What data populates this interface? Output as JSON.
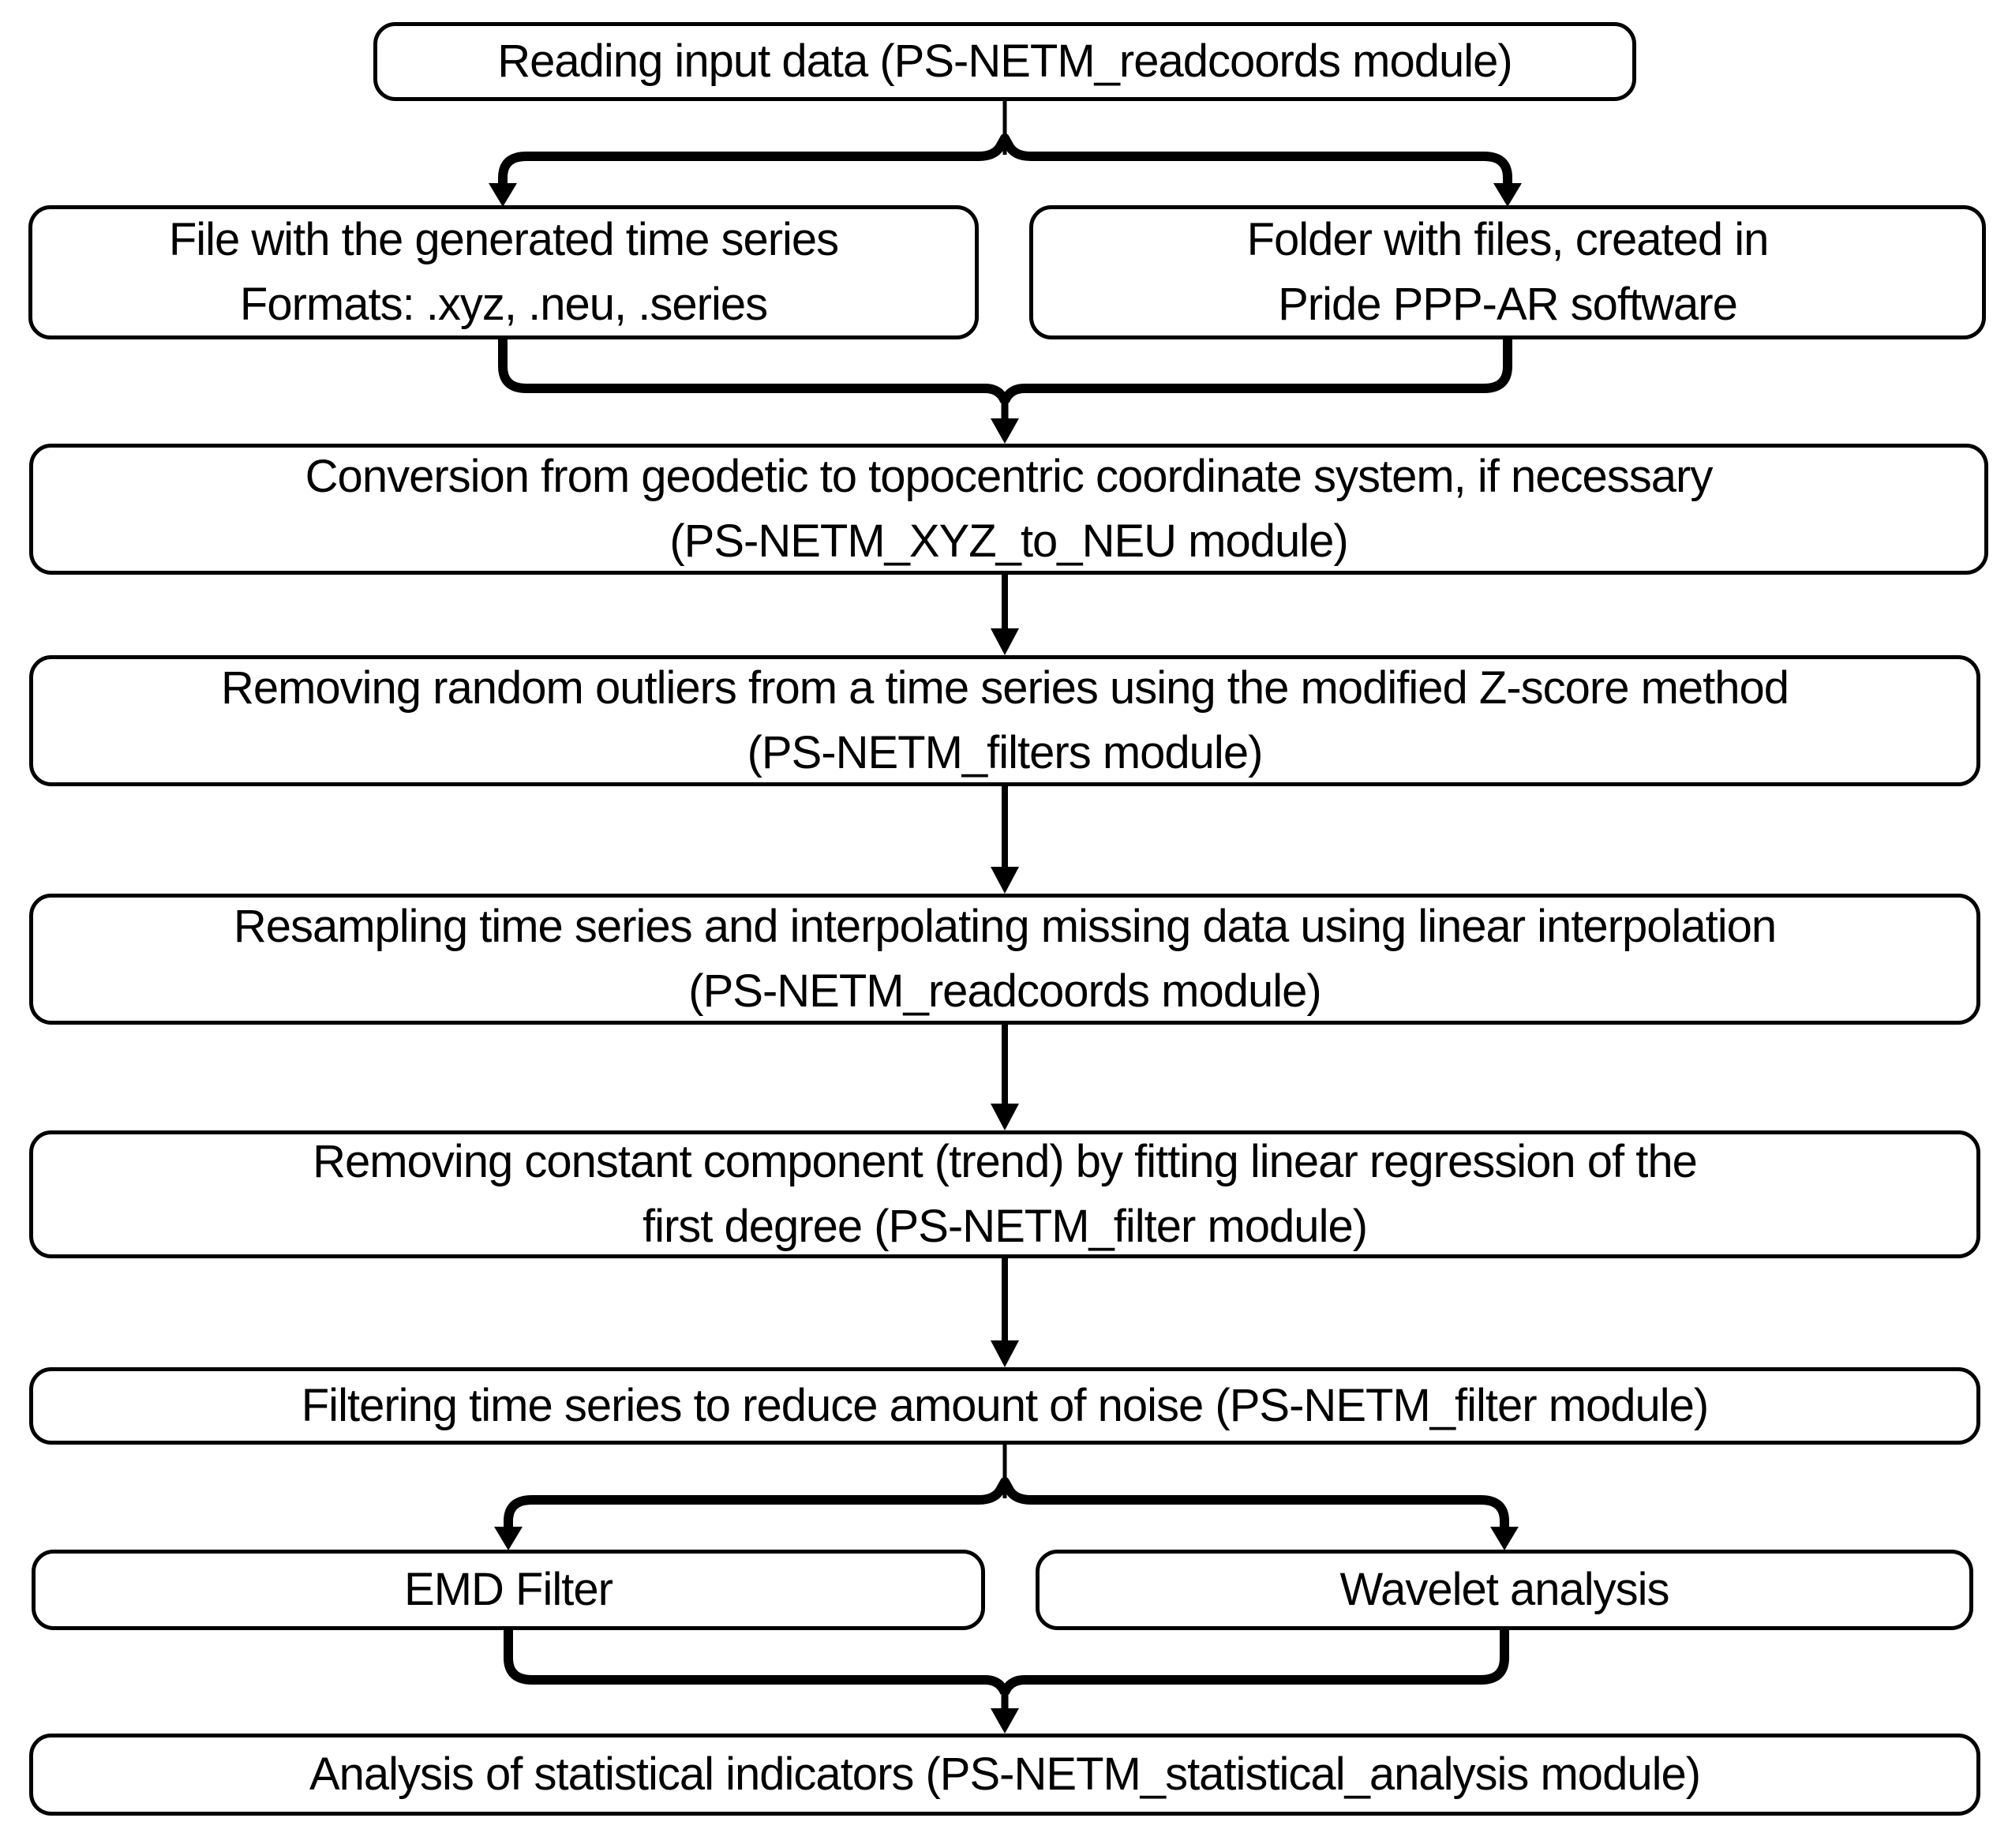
{
  "diagram": {
    "colors": {
      "stroke": "#000000",
      "background": "#ffffff",
      "text": "#000000"
    },
    "nodes": {
      "reading": {
        "line1": "Reading input data (PS-NETM_readcoords module)"
      },
      "file_input": {
        "line1": "File with the generated time series",
        "line2": "Formats: .xyz, .neu, .series"
      },
      "folder_input": {
        "line1": "Folder with files, created in",
        "line2": "Pride PPP-AR software"
      },
      "conversion": {
        "line1": "Conversion from geodetic to topocentric coordinate system, if necessary",
        "line2": "(PS-NETM_XYZ_to_NEU module)"
      },
      "outlier_removal": {
        "line1": "Removing random outliers from a time series using the modified Z-score method",
        "line2": "(PS-NETM_filters module)"
      },
      "resampling": {
        "line1": "Resampling time series and interpolating missing data using linear interpolation",
        "line2": "(PS-NETM_readcoords module)"
      },
      "detrend": {
        "line1": "Removing constant component (trend) by fitting linear regression of the",
        "line2": "first degree (PS-NETM_filter module)"
      },
      "noise_filtering": {
        "line1": "Filtering time series to reduce amount of noise (PS-NETM_filter module)"
      },
      "emd": {
        "line1": "EMD Filter"
      },
      "wavelet": {
        "line1": "Wavelet analysis"
      },
      "statistics": {
        "line1": "Analysis of statistical indicators (PS-NETM_statistical_analysis module)"
      }
    }
  }
}
